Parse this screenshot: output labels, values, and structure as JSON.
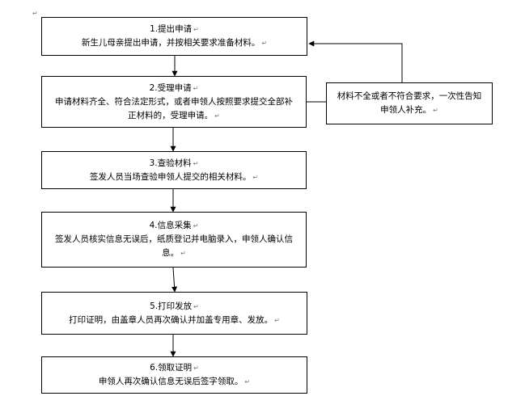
{
  "para_mark": "↵",
  "steps": [
    {
      "title": "1.提出申请",
      "text": "新生儿母亲提出申请，并按相关要求准备材料。"
    },
    {
      "title": "2.受理申请",
      "text": "申请材料齐全、符合法定形式，或者申领人按照要求提交全部补正材料的，受理申请。"
    },
    {
      "title": "3.查验材料",
      "text": "签发人员当场查验申领人提交的相关材料。"
    },
    {
      "title": "4.信息采集",
      "text": "签发人员核实信息无误后，纸质登记并电脑录入，申领人确认信息。"
    },
    {
      "title": "5.打印发放",
      "text": "打印证明，由盖章人员再次确认并加盖专用章、发放。"
    },
    {
      "title": "6.领取证明",
      "text": "申领人再次确认信息无误后签字领取。"
    }
  ],
  "side_box": {
    "text": "材料不全或者不符合要求，一次性告知申领人补充。"
  },
  "colors": {
    "line": "#000000",
    "background": "#ffffff",
    "para_mark": "#777777"
  }
}
